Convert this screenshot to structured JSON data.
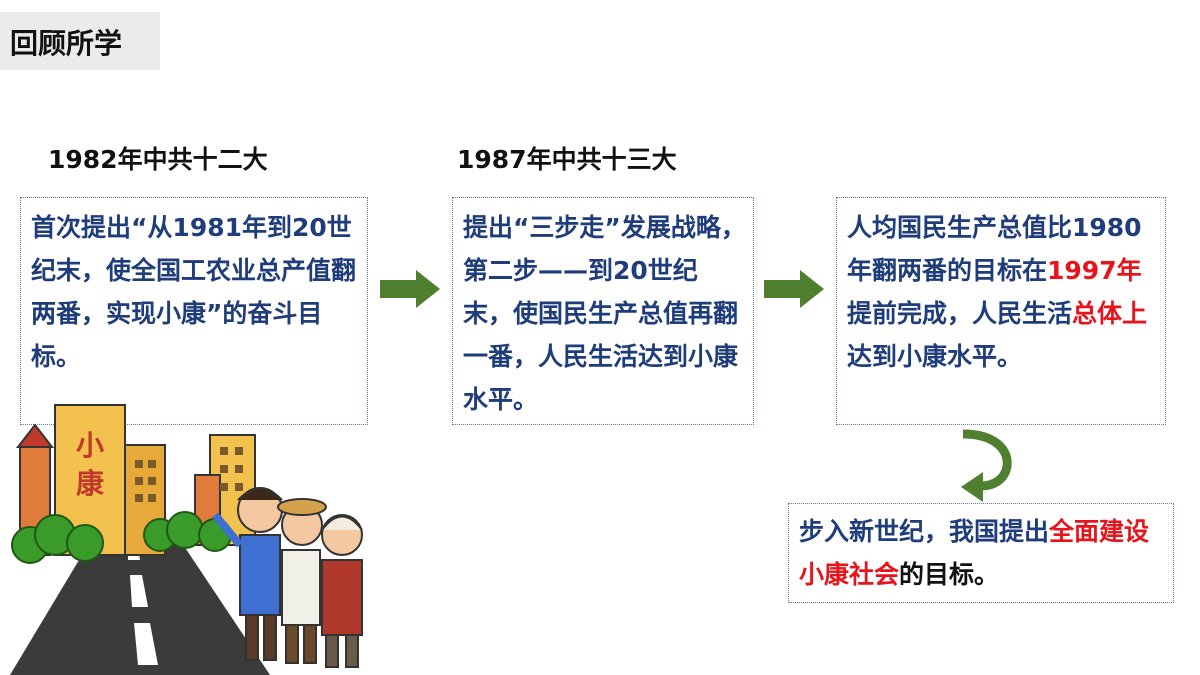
{
  "title": "回顾所学",
  "timeline": {
    "step1": {
      "heading": "1982年中共十二大",
      "text": "首次提出“从1981年到20世纪末，使全国工农业总产值翻两番，实现小康”的奋斗目标。"
    },
    "step2": {
      "heading": "1987年中共十三大",
      "text": "提出“三步走”发展战略，第二步——到20世纪末，使国民生产总值再翻一番，人民生活达到小康水平。"
    },
    "step3": {
      "text_a": "人均国民生产总值比1980年翻两番的目标在",
      "highlight_year": "1997年",
      "text_b": "提前完成，人民生活",
      "highlight_overall": "总体上",
      "text_c": "达到小康水平。"
    },
    "step4": {
      "text_a": "步入新世纪，我国提出",
      "highlight_goal": "全面建设小康社会",
      "text_b": "的目标。"
    }
  },
  "illustration": {
    "sign_text": "小康"
  },
  "colors": {
    "body_text": "#1f3d7a",
    "highlight": "#e8141c",
    "arrow": "#4f7f2f",
    "box_border": "#5a78b4"
  }
}
